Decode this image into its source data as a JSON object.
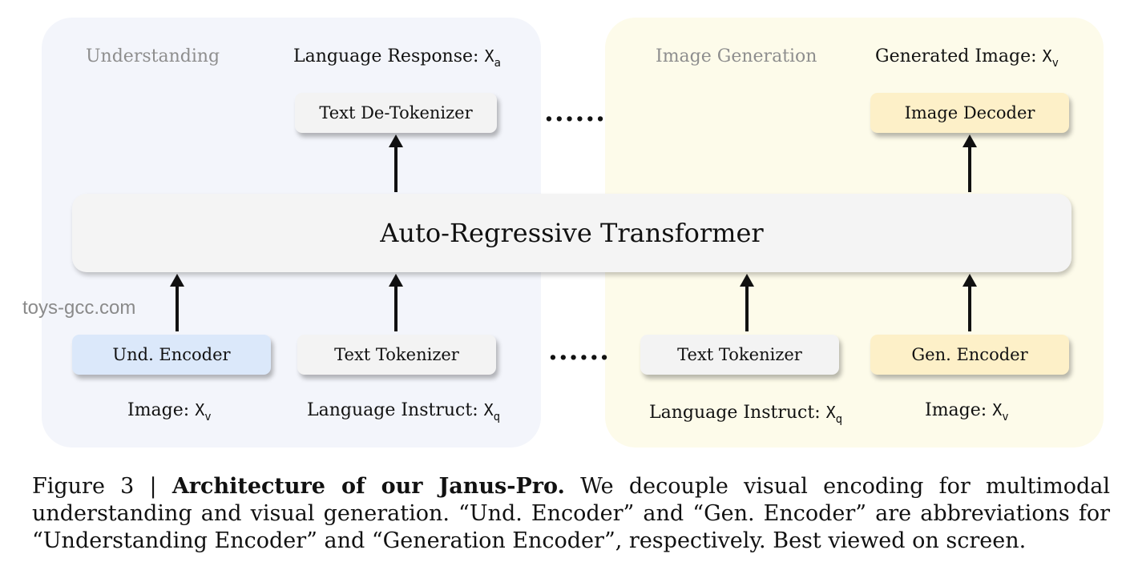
{
  "understanding": {
    "section_label": "Understanding",
    "output_label": "Language Response: ",
    "output_var": "X",
    "output_sub": "a",
    "detokenizer": "Text De-Tokenizer",
    "encoder": "Und. Encoder",
    "tokenizer": "Text Tokenizer",
    "image_label": "Image: ",
    "image_var": "X",
    "image_sub": "v",
    "instruct_label": "Language Instruct: ",
    "instruct_var": "X",
    "instruct_sub": "q"
  },
  "generation": {
    "section_label": "Image Generation",
    "output_label": "Generated Image: ",
    "output_var": "X",
    "output_sub": "v",
    "decoder": "Image Decoder",
    "tokenizer": "Text Tokenizer",
    "encoder": "Gen. Encoder",
    "instruct_label": "Language Instruct: ",
    "instruct_var": "X",
    "instruct_sub": "q",
    "image_label": "Image: ",
    "image_var": "X",
    "image_sub": "v"
  },
  "transformer": "Auto-Regressive Transformer",
  "ellipsis": "......",
  "watermark": "toys-gcc.com",
  "caption": {
    "prefix": "Figure 3 | ",
    "bold": "Architecture of our Janus-Pro.",
    "text": " We decouple visual encoding for multimodal understanding and visual generation. “Und. Encoder” and “Gen. Encoder” are abbreviations for “Understanding Encoder” and “Generation Encoder”, respectively. Best viewed on screen."
  },
  "colors": {
    "und_panel": "#f3f5fb",
    "gen_panel": "#fdfbea",
    "und_encoder": "#dbe8fa",
    "gen_box": "#fdf0c8",
    "neutral_box": "#f3f3f3"
  }
}
